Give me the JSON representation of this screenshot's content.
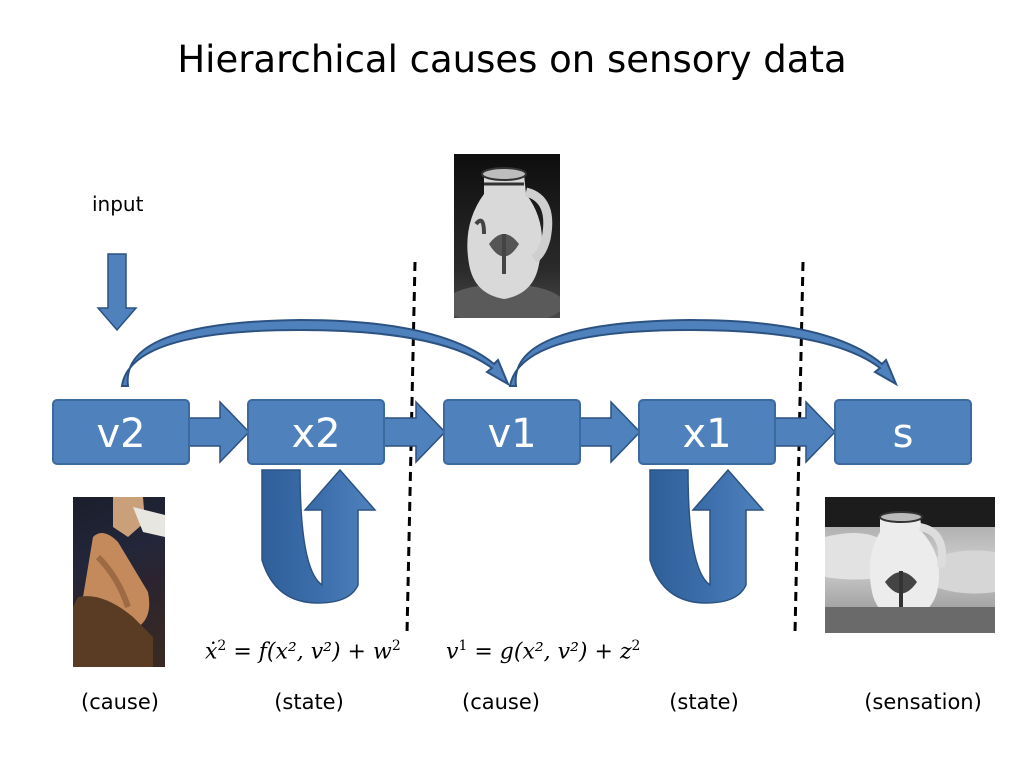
{
  "title": "Hierarchical causes on sensory data",
  "input_label": "input",
  "boxes": [
    {
      "id": "v2",
      "label": "v2"
    },
    {
      "id": "x2",
      "label": "x2"
    },
    {
      "id": "v1",
      "label": "v1"
    },
    {
      "id": "x1",
      "label": "x1"
    },
    {
      "id": "s",
      "label": "s"
    }
  ],
  "equations": {
    "state": {
      "lhs": "ẋ",
      "lhs_sup": "2",
      "op": " = ",
      "fn": "f",
      "args": "(x², v²)",
      "plus": " + ",
      "noise": "w",
      "noise_sup": "2"
    },
    "cause": {
      "lhs": "v",
      "lhs_sup": "1",
      "op": " = ",
      "fn": "g",
      "args": "(x², v²)",
      "plus": " + ",
      "noise": "z",
      "noise_sup": "2"
    }
  },
  "captions": [
    "(cause)",
    "(state)",
    "(cause)",
    "(state)",
    "(sensation)"
  ],
  "colors": {
    "box_fill": "#4f81bd",
    "box_stroke": "#3d6a9e",
    "arrow_fill": "#4f81bd",
    "arrow_stroke": "#2c5282"
  }
}
